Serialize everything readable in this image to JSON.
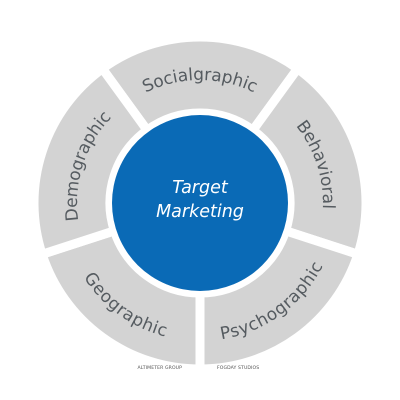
{
  "diagram": {
    "center": {
      "lines": [
        "Target",
        "Marketing"
      ],
      "color": "#0a6ab6"
    },
    "segment_color": "#d3d3d3",
    "label_color": "#555b60",
    "segments": [
      {
        "label": "Socialgraphic"
      },
      {
        "label": "Behavioral"
      },
      {
        "label": "Psychographic"
      },
      {
        "label": "Geographic"
      },
      {
        "label": "Demographic"
      }
    ],
    "credits": [
      "ALTIMETER GROUP",
      "FOGDAY STUDIOS"
    ]
  }
}
